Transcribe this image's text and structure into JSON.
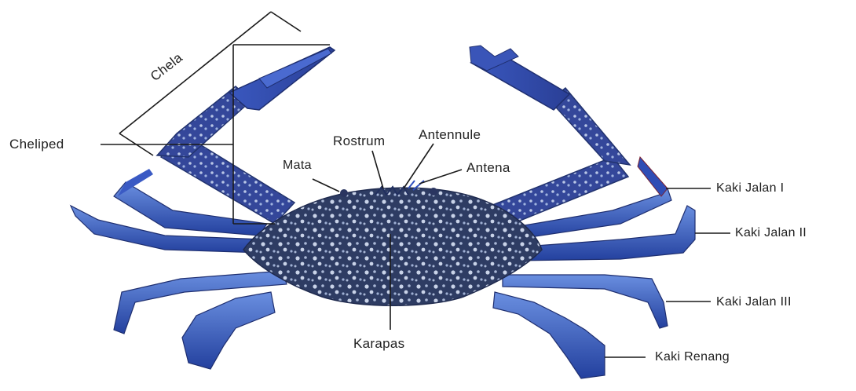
{
  "labels": {
    "chela": "Chela",
    "cheliped": "Cheliped",
    "mata": "Mata",
    "rostrum": "Rostrum",
    "antennule": "Antennule",
    "antena": "Antena",
    "karapas": "Karapas",
    "kaki_jalan_1": "Kaki Jalan I",
    "kaki_jalan_2": "Kaki Jalan II",
    "kaki_jalan_3": "Kaki Jalan III",
    "kaki_renang": "Kaki Renang"
  },
  "colors": {
    "body_dark": "#2b3a6b",
    "body_mid": "#3d4f8f",
    "leg_blue": "#2f4fb0",
    "leg_light": "#5b7fd6",
    "spots": "#c9d3e8",
    "line": "#1a1a1a"
  }
}
